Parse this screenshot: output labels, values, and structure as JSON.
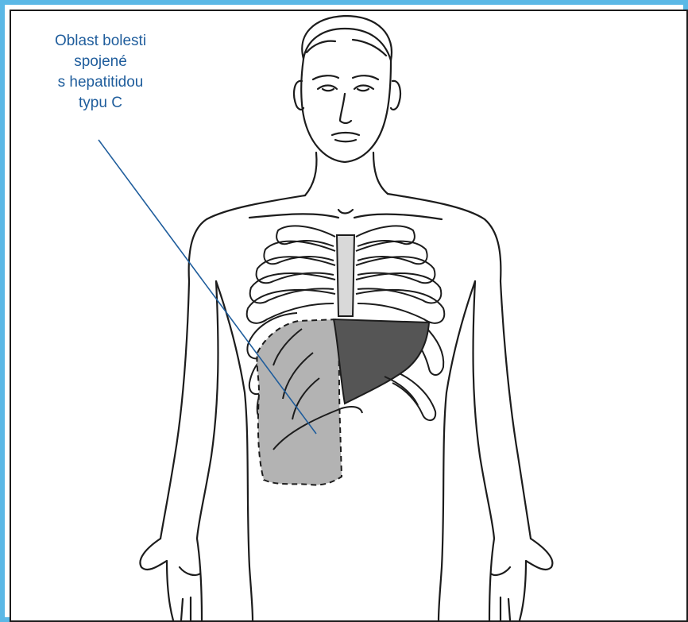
{
  "callout": {
    "lines": [
      "Oblast bolesti",
      "spojené",
      "s hepatitidou",
      "typu C"
    ]
  },
  "colors": {
    "frame": "#5bb8e6",
    "label_text": "#1f5d9c",
    "leader_line": "#1f5d9c",
    "liver_right_lobe": "#b3b3b3",
    "liver_left_lobe": "#555555",
    "sternum": "#d9d9d9",
    "outline": "#1c1c1c"
  }
}
